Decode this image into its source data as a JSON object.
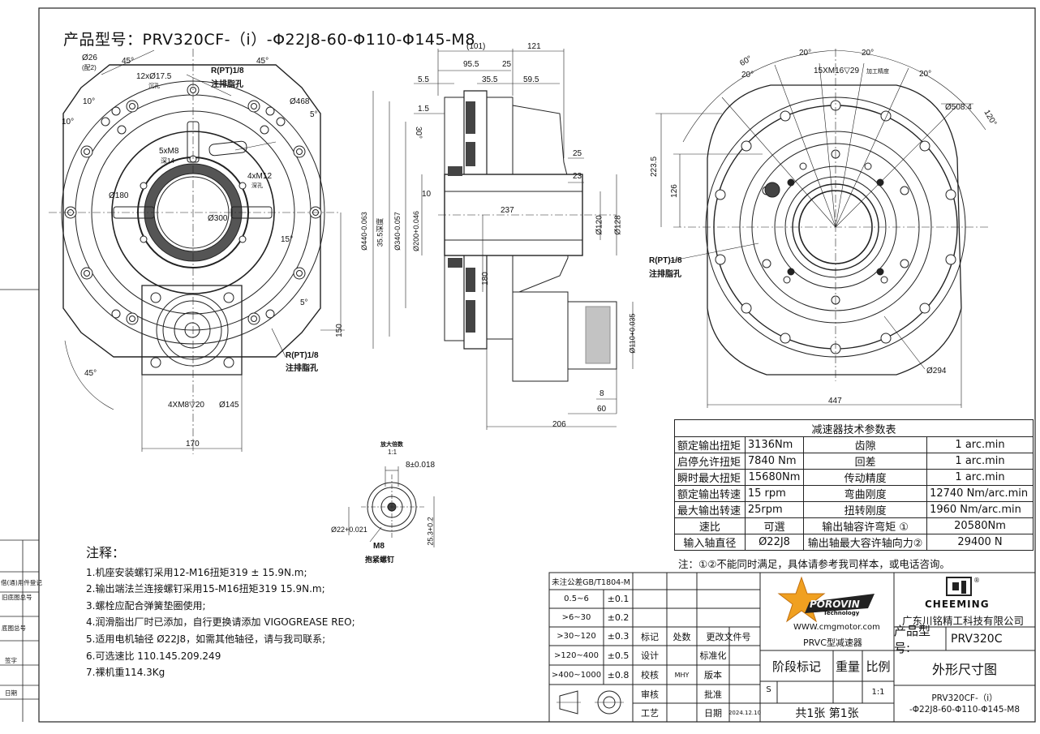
{
  "product_title": "产品型号：PRV320CF-（i）-Φ22J8-60-Φ110-Φ145-M8",
  "spec_table": {
    "title": "减速器技术参数表",
    "rows": [
      {
        "k1": "额定输出扭矩",
        "v1": "3136Nm",
        "k2": "齿隙",
        "v2": "1 arc.min"
      },
      {
        "k1": "启停允许扭矩",
        "v1": "7840 Nm",
        "k2": "回差",
        "v2": "1 arc.min"
      },
      {
        "k1": "瞬时最大扭矩",
        "v1": "15680Nm",
        "k2": "传动精度",
        "v2": "1 arc.min"
      },
      {
        "k1": "额定输出转速",
        "v1": "15 rpm",
        "k2": "弯曲刚度",
        "v2": "12740 Nm/arc.min"
      },
      {
        "k1": "最大输出转速",
        "v1": "25rpm",
        "k2": "扭转刚度",
        "v2": "1960 Nm/arc.min"
      },
      {
        "k1": "速比",
        "v1": "可選",
        "k2": "输出轴容许弯矩 ①",
        "v2": "20580Nm"
      },
      {
        "k1": "输入轴直径",
        "v1": "Ø22J8",
        "k2": "输出轴最大容许轴向力②",
        "v2": "29400 N"
      }
    ],
    "footnote": "注：①②不能同时满足，具体请参考我司样本，或电话咨询。"
  },
  "notes": {
    "heading": "注释：",
    "items": [
      "1.机座安装螺钉采用12-M16扭矩319 ± 15.9N.m;",
      "2.输出端法兰连接螺钉采用15-M16扭矩319    15.9N.m;",
      "3.螺栓应配合弹簧垫圈使用;",
      "4.润滑脂出厂时已添加，自行更换请添加 VIGOGREASE REO;",
      "5.适用电机轴径 Ø22J8，如需其他轴径，请与我司联系;",
      "6.可选速比  110.145.209.249",
      "7.裸机重114.3Kg"
    ]
  },
  "tolerance_table": {
    "title": "未注公差GB/T1804-M",
    "rows": [
      {
        "range": "0.5~6",
        "tol": "±0.1"
      },
      {
        "range": ">6~30",
        "tol": "±0.2"
      },
      {
        "range": ">30~120",
        "tol": "±0.3"
      },
      {
        "range": ">120~400",
        "tol": "±0.5"
      },
      {
        "range": ">400~1000",
        "tol": "±0.8"
      }
    ]
  },
  "title_block": {
    "labels": [
      "标记",
      "处数",
      "更改文件号",
      "设计",
      "标准化",
      "校核",
      "版本",
      "审核",
      "批准",
      "工艺",
      "日期"
    ],
    "checker_initials": "MHY",
    "date": "2024.12.10",
    "stage": "阶段标记",
    "weight": "重量",
    "ratio": "比例",
    "s": "S",
    "scale": "1:1",
    "sheets": "共1张  第1张",
    "product_label": "产品型号:",
    "product_value": "PRV320C",
    "drawing_name": "外形尺寸图",
    "drawing_code": "PRV320CF-（i）\n-Φ22J8-60-Φ110-Φ145-M8",
    "company": "广东川铭精工科技有限公司",
    "brand_porovin": "POROVIN",
    "brand_tech": "Technology",
    "website": "WWW.cmgmotor.com",
    "series": "PRVC型减速器",
    "brand_cheeming": "CHEEMING"
  },
  "left_strip": [
    "借(通)用件登记",
    "旧底图总号",
    "底图总号",
    "签字",
    "日期"
  ],
  "dimensions": {
    "front": [
      "Ø26",
      "(配2)",
      "45°",
      "12xØ17.5",
      "沉孔",
      "R(PT)1/8",
      "注排脂孔",
      "45°",
      "10°",
      "10°",
      "Ø468",
      "5°",
      "5xM8",
      "深14",
      "4xM12",
      "深孔",
      "Ø180",
      "Ø300",
      "15°",
      "5°",
      "R(PT)1/8",
      "注排脂孔",
      "150",
      "45°",
      "4XM8▽20",
      "Ø145",
      "170"
    ],
    "side": [
      "(101)",
      "121",
      "95.5",
      "25",
      "5.5",
      "35.5",
      "59.5",
      "1.5",
      "30°",
      "25",
      "23",
      "10",
      "237",
      "Ø440-0.063",
      "35.5深度",
      "Ø340-0.057",
      "Ø200+0.046",
      "Ø120",
      "Ø128",
      "180",
      "Ø110+0.035",
      "8",
      "60",
      "206"
    ],
    "rear": [
      "60°",
      "20°",
      "20°",
      "20°",
      "20°",
      "15XM16▽29",
      "加工精度",
      "Ø508.4",
      "120°",
      "223.5",
      "126",
      "R(PT)1/8",
      "注排脂孔",
      "Ø294",
      "447"
    ],
    "detail": [
      "放大倍数",
      "1:1",
      "8±0.018",
      "Ø22+0.021",
      "25.3+0.2",
      "M8",
      "抱紧螺钉"
    ]
  }
}
